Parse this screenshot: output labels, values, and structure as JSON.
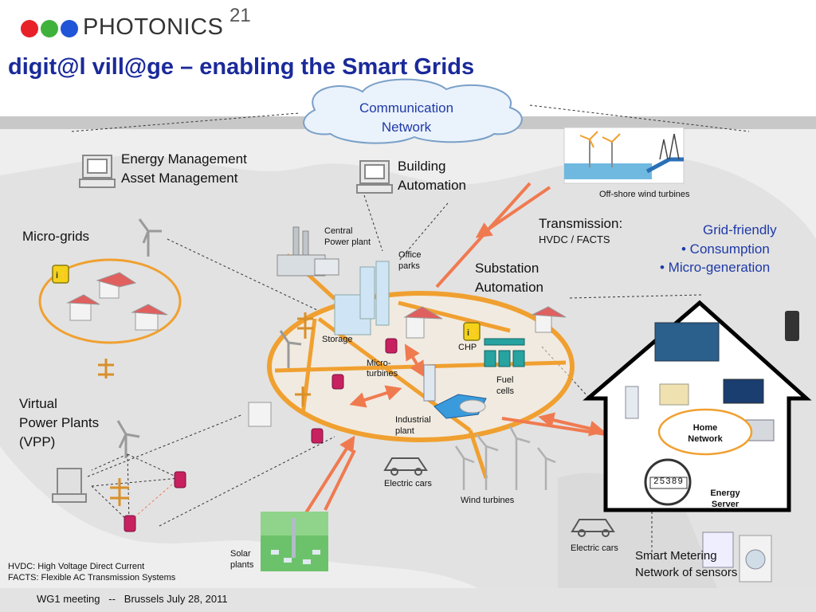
{
  "logo": {
    "name": "PHOTONICS",
    "superscript": "21",
    "dot_colors": [
      "#e8202a",
      "#3fb23c",
      "#1f55d6"
    ]
  },
  "title": "digit@l vill@ge – enabling the Smart Grids",
  "cloud": {
    "line1": "Communication",
    "line2": "Network"
  },
  "labels": {
    "energy_mgmt_1": "Energy Management",
    "energy_mgmt_2": "Asset Management",
    "building_1": "Building",
    "building_2": "Automation",
    "offshore": "Off-shore wind turbines",
    "micro_grids": "Micro-grids",
    "central_1": "Central",
    "central_2": "Power plant",
    "office_1": "Office",
    "office_2": "parks",
    "transmission": "Transmission:",
    "hvdc_facts": "HVDC / FACTS",
    "substation_1": "Substation",
    "substation_2": "Automation",
    "grid_friendly": "Grid-friendly",
    "consumption": "• Consumption",
    "micro_generation": "• Micro-generation",
    "storage": "Storage",
    "chp": "CHP",
    "micro_turbines_1": "Micro-",
    "micro_turbines_2": "turbines",
    "fuel_1": "Fuel",
    "fuel_2": "cells",
    "industrial_1": "Industrial",
    "industrial_2": "plant",
    "vpp_1": "Virtual",
    "vpp_2": "Power Plants",
    "vpp_3": "(VPP)",
    "electric_cars_1": "Electric cars",
    "wind_turbines": "Wind turbines",
    "home_network_1": "Home",
    "home_network_2": "Network",
    "meter_value": "25389",
    "energy_server_1": "Energy",
    "energy_server_2": "Server",
    "electric_cars_2": "Electric cars",
    "solar_1": "Solar",
    "solar_2": "plants",
    "smart_metering_1": "Smart Metering",
    "smart_metering_2": "Network of sensors",
    "hvdc_def": "HVDC: High Voltage Direct Current",
    "facts_def": "FACTS: Flexible AC Transmission Systems"
  },
  "footer": "WG1 meeting   --   Brussels July 28, 2011",
  "colors": {
    "grid_orange": "#f0a030",
    "arrow_orange": "#f07a50",
    "title_blue": "#1a2a9a",
    "label_blue": "#1f3aa8"
  }
}
